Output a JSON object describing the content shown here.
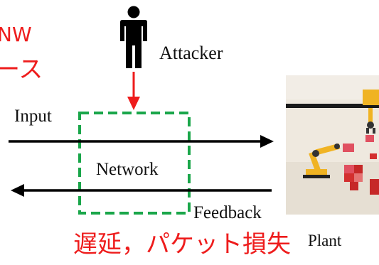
{
  "top_left_line1": "NW",
  "top_left_line2": "ース",
  "attacker_label": "Attacker",
  "input_label": "Input",
  "network_label": "Network",
  "feedback_label": "Feedback",
  "plant_label": "Plant",
  "bottom_caption": "遅延，パケット損失",
  "colors": {
    "accent_red": "#ee1c1c",
    "network_box": "#1aa64a",
    "arrow": "#000000"
  },
  "icons": {
    "attacker": "person-icon",
    "plant": "robot-arm-factory-icon"
  }
}
